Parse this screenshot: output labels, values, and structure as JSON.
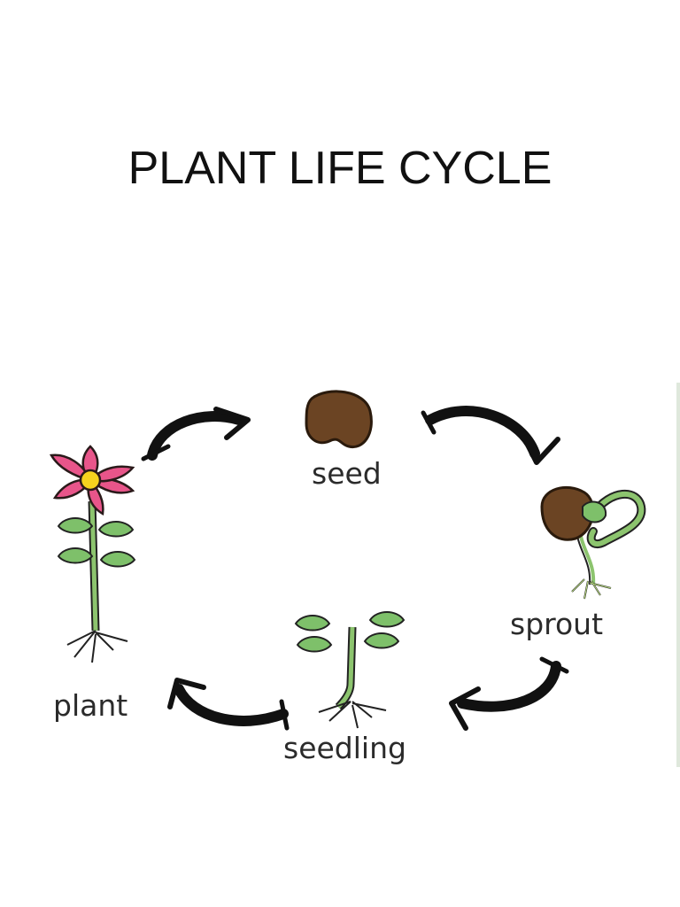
{
  "slide": {
    "title": "PLANT LIFE CYCLE"
  },
  "diagram": {
    "stages": [
      {
        "name": "seed",
        "label": "seed"
      },
      {
        "name": "sprout",
        "label": "sprout"
      },
      {
        "name": "seedling",
        "label": "seedling"
      },
      {
        "name": "plant",
        "label": "plant"
      }
    ],
    "colors": {
      "seed": "#6b4423",
      "leaf": "#7ec06a",
      "stem": "#8cc46e",
      "petal": "#e8558a",
      "flower_center": "#f5d21e",
      "arrow": "#111111"
    }
  }
}
